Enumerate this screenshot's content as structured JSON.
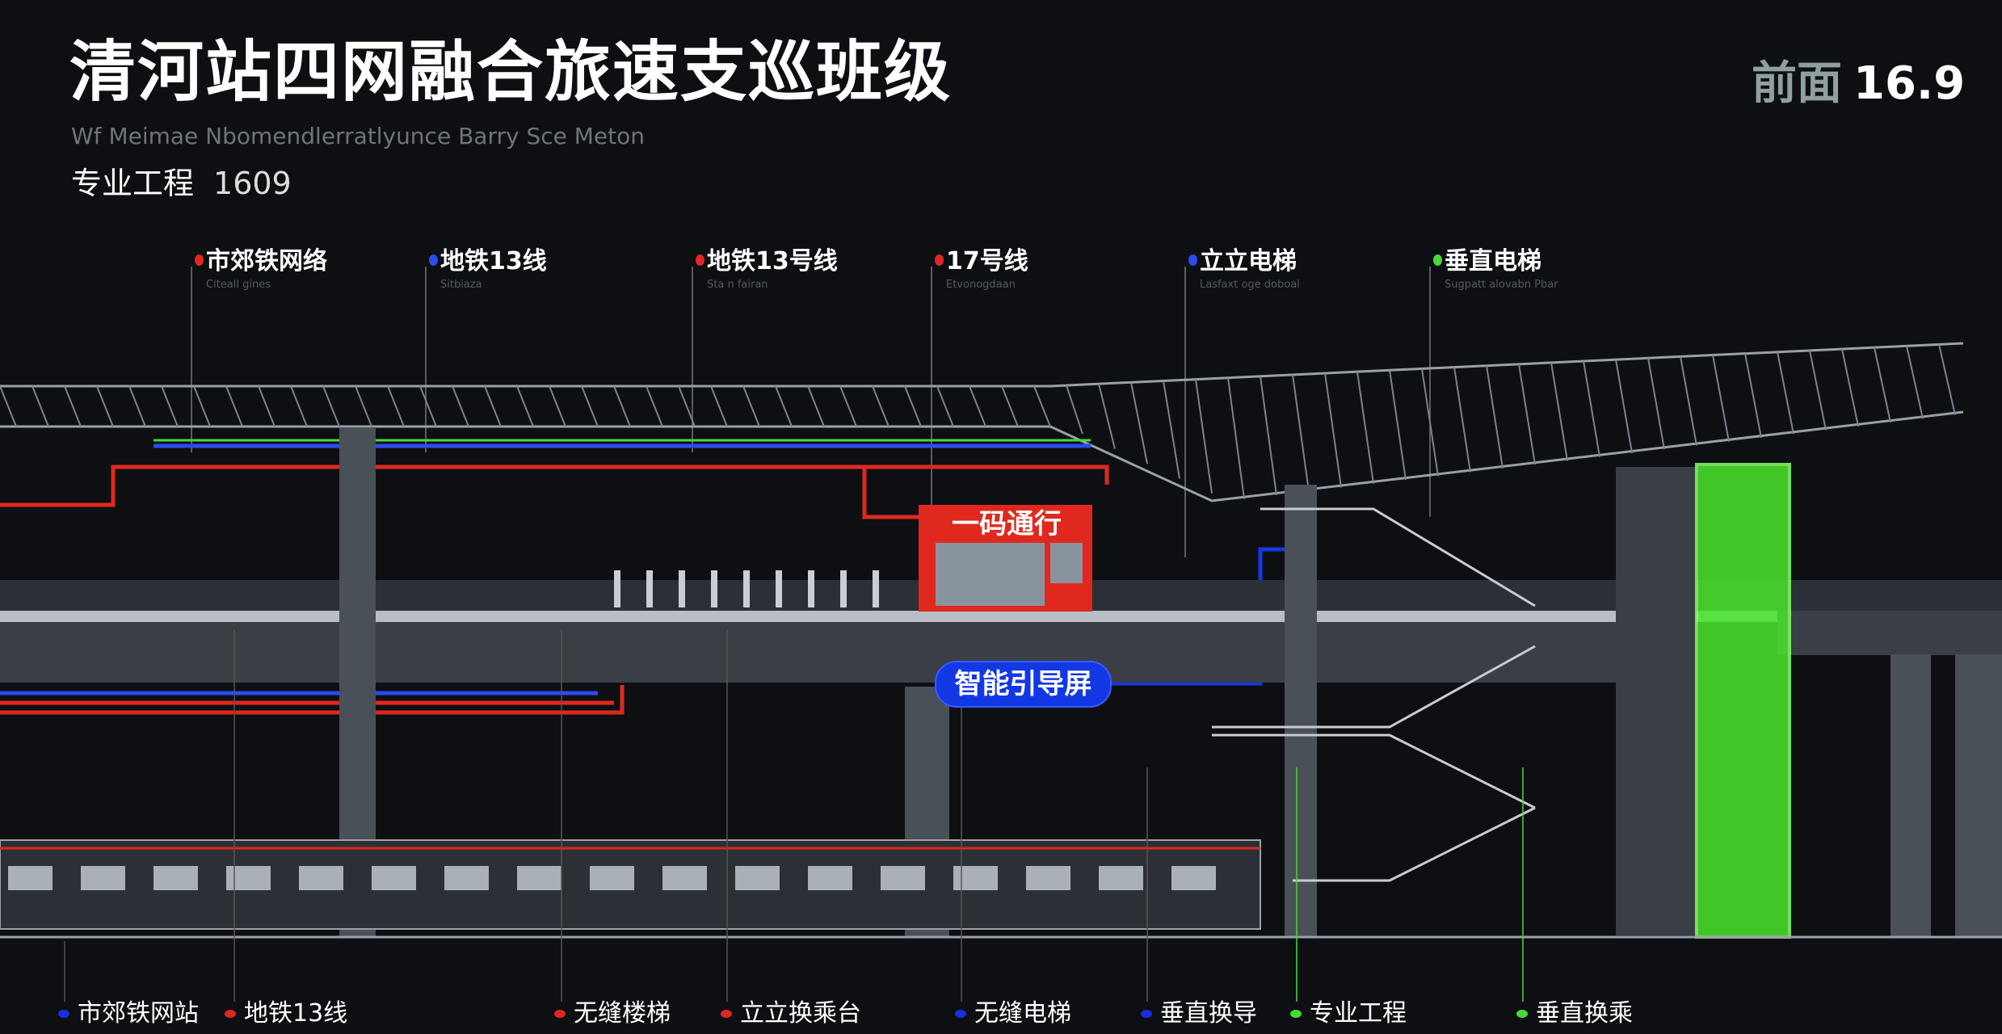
{
  "header": {
    "title": "清河站四网融合旅速支巡班级",
    "subtitle": "Wf Meimae Nbomendlerratlyunce Barry Sce Meton",
    "meta_label": "专业工程",
    "meta_value": "1609",
    "corner_label": "前面",
    "corner_value": "16.9"
  },
  "callouts": [
    {
      "label": "市郊铁网络",
      "sub": "Citeall gines",
      "color": "#e0281e"
    },
    {
      "label": "地铁13线",
      "sub": "Sitbiaza",
      "color": "#2a4cf0"
    },
    {
      "label": "地铁13号线",
      "sub": "Sta n fairan",
      "color": "#e0281e"
    },
    {
      "label": "17号线",
      "sub": "Etvonogdaan",
      "color": "#e0281e"
    },
    {
      "label": "立立电梯",
      "sub": "Lasfaxt oge doboal",
      "color": "#2a4cf0"
    },
    {
      "label": "垂直电梯",
      "sub": "Sugpatt alovabn Pbar",
      "color": "#49d838"
    }
  ],
  "scene": {
    "kiosk_label": "一码通行",
    "guide_screen_label": "智能引导屏",
    "colors": {
      "red": "#e0281e",
      "blue": "#1238e6",
      "green": "#49e62a"
    }
  },
  "legend": [
    {
      "label": "市郊铁网站",
      "color": "#1a2ee0"
    },
    {
      "label": "地铁13线",
      "color": "#e0281e"
    },
    {
      "label": "无缝楼梯",
      "color": "#e0281e"
    },
    {
      "label": "立立换乘台",
      "color": "#e0281e"
    },
    {
      "label": "无缝电梯",
      "color": "#1a2ee0"
    },
    {
      "label": "垂直换导",
      "color": "#1a2ee0"
    },
    {
      "label": "专业工程",
      "color": "#49d838"
    },
    {
      "label": "垂直换乘",
      "color": "#49d838"
    }
  ]
}
